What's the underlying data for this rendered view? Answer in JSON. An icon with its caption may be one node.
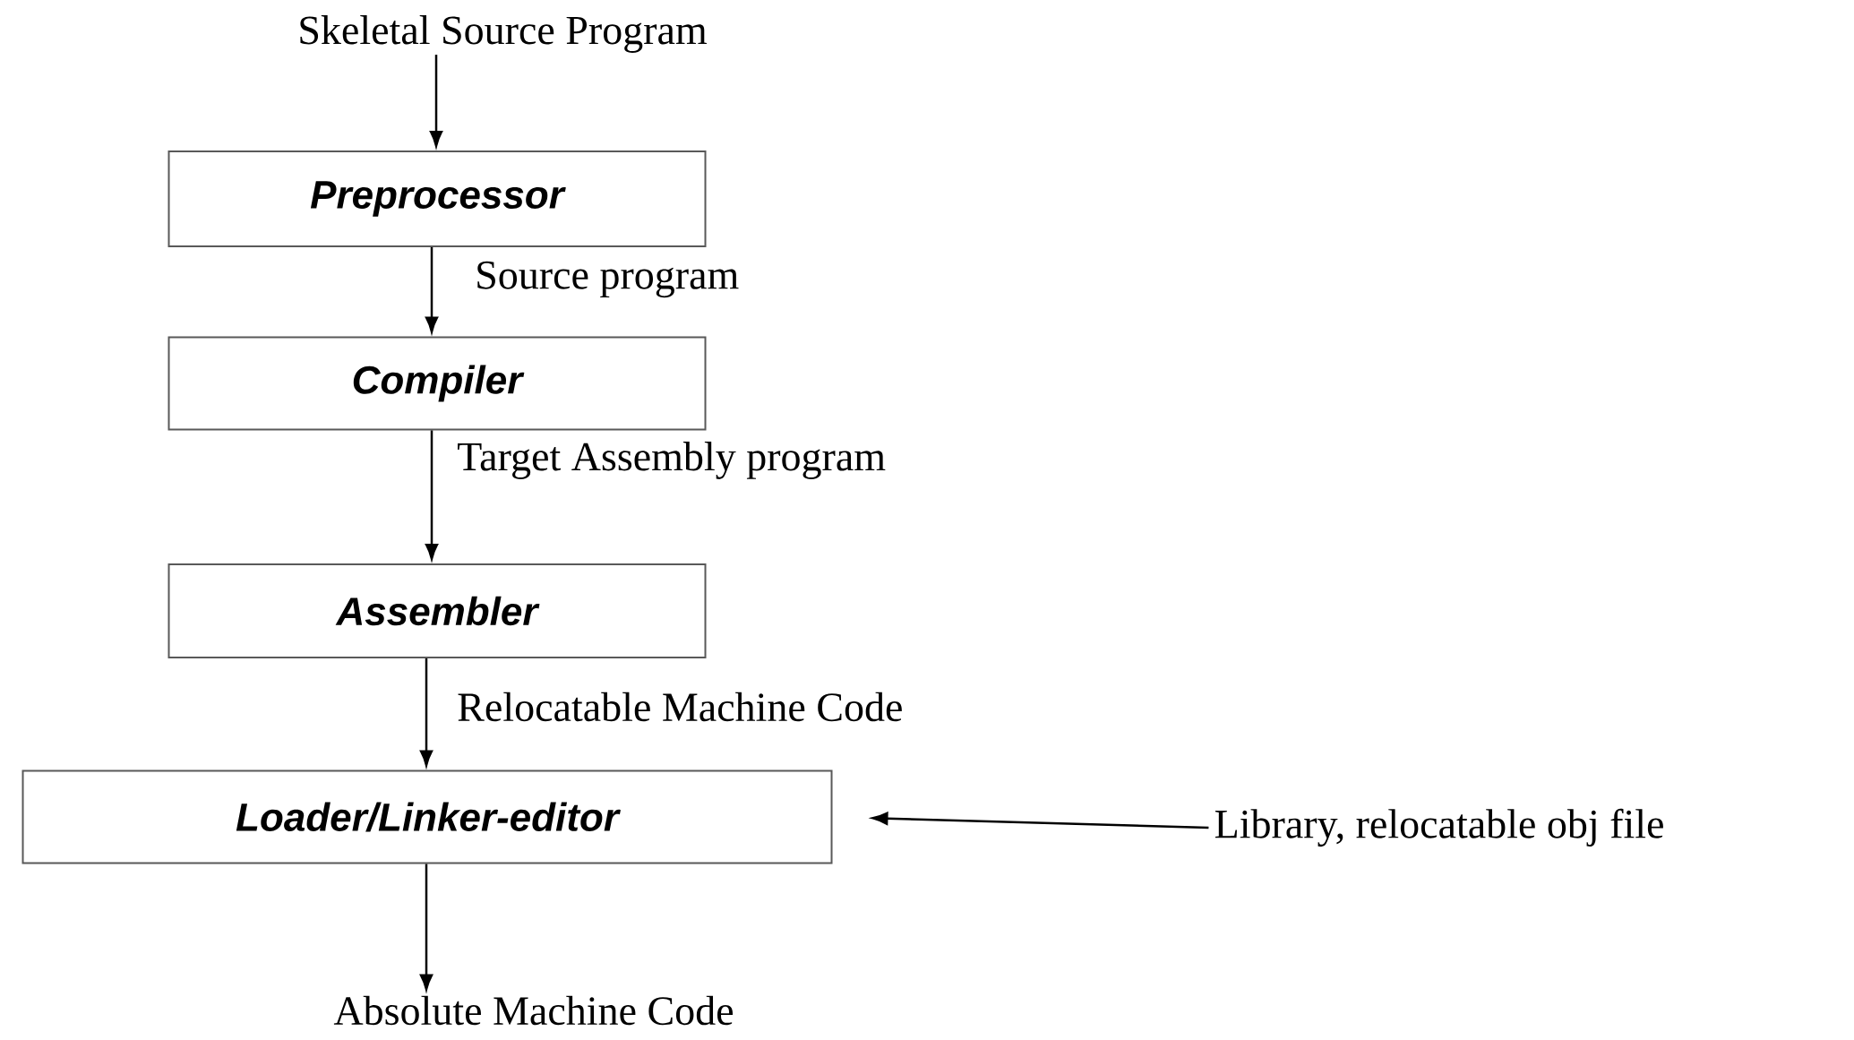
{
  "diagram": {
    "nodes": [
      {
        "text": [
          "Skeletal Source Program"
        ]
      },
      {
        "text": [
          "Preprocessor"
        ]
      },
      {
        "text": [
          "Compiler"
        ]
      },
      {
        "text": [
          "Assembler"
        ]
      },
      {
        "text": [
          "Loader/Linker-editor"
        ]
      },
      {
        "text": [
          "Library, relocatable obj file"
        ]
      },
      {
        "text": [
          "Absolute Machine Code"
        ]
      }
    ],
    "edges": [
      {
        "from": 0,
        "to": 1,
        "arrow": "to"
      },
      {
        "from": 1,
        "to": 2,
        "arrow": "to",
        "label": "Source program"
      },
      {
        "from": 2,
        "to": 3,
        "arrow": "to",
        "label": "Target Assembly program"
      },
      {
        "from": 3,
        "to": 4,
        "arrow": "to",
        "label": "Relocatable Machine Code"
      },
      {
        "from": 5,
        "to": 4,
        "arrow": "to"
      },
      {
        "from": 4,
        "to": 6,
        "arrow": "to"
      }
    ]
  }
}
